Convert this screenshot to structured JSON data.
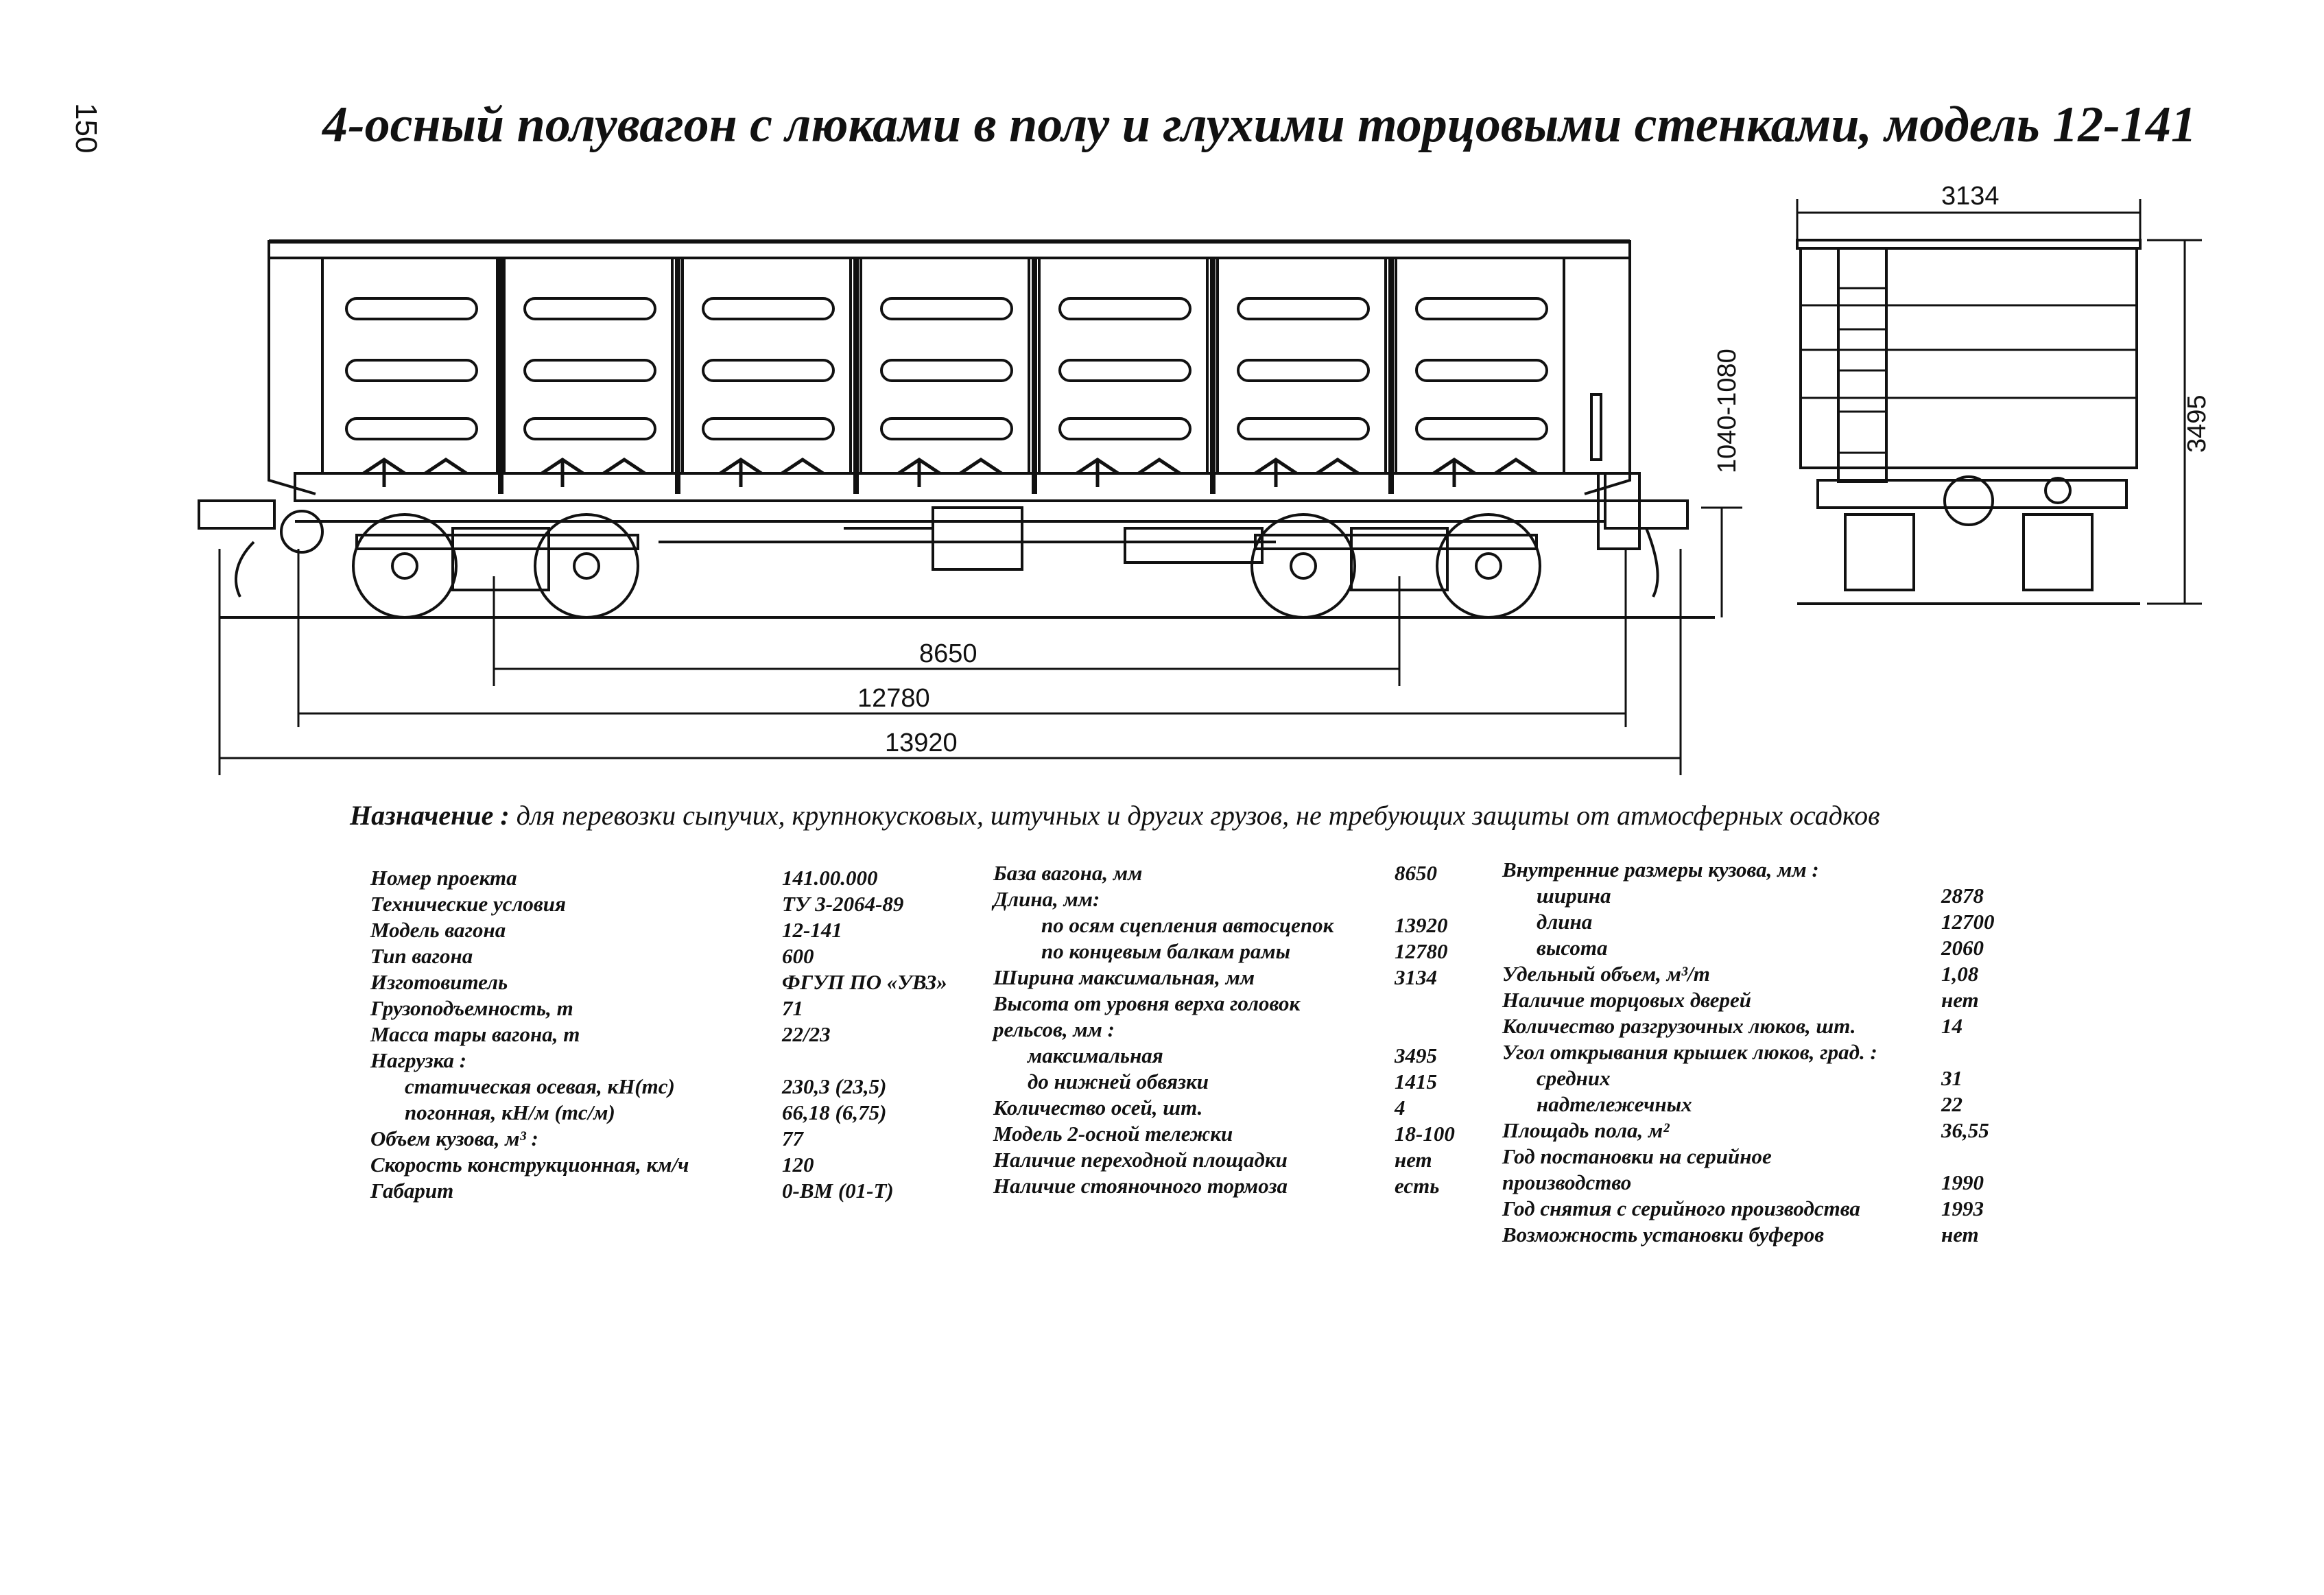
{
  "page_number": "150",
  "title": "4-осный полувагон с люками в полу и глухими торцовыми стенками, модель 12-141",
  "dimensions": {
    "base": "8650",
    "frame_length": "12780",
    "coupler_length": "13920",
    "width": "3134",
    "height": "3495",
    "floor_height": "1040-1080"
  },
  "purpose": {
    "label": "Назначение :",
    "text": "для перевозки сыпучих, крупнокусковых, штучных и других грузов, не требующих защиты от атмосферных осадков"
  },
  "specs_col1": [
    {
      "label": "Номер проекта",
      "value": "141.00.000"
    },
    {
      "label": "Технические условия",
      "value": "ТУ 3-2064-89"
    },
    {
      "label": "Модель вагона",
      "value": "12-141"
    },
    {
      "label": "Тип вагона",
      "value": "600"
    },
    {
      "label": "Изготовитель",
      "value": "ФГУП ПО «УВЗ»"
    },
    {
      "label": "Грузоподъемность, т",
      "value": "71"
    },
    {
      "label": "Масса тары вагона, т",
      "value": "22/23"
    },
    {
      "label": "Нагрузка :",
      "value": ""
    },
    {
      "label": "статическая осевая, кН(тс)",
      "value": "230,3 (23,5)"
    },
    {
      "label": "погонная, кН/м (тс/м)",
      "value": "66,18 (6,75)"
    },
    {
      "label": "Объем кузова, м³ :",
      "value": "77"
    },
    {
      "label": "Скорость конструкционная, км/ч",
      "value": "120"
    },
    {
      "label": "Габарит",
      "value": "0-ВМ (01-Т)"
    }
  ],
  "specs_col2": [
    {
      "label": "База вагона, мм",
      "value": "8650"
    },
    {
      "label": "Длина, мм:",
      "value": ""
    },
    {
      "label": "по осям сцепления автосцепок",
      "value": "13920"
    },
    {
      "label": "по концевым балкам рамы",
      "value": "12780"
    },
    {
      "label": "Ширина максимальная, мм",
      "value": "3134"
    },
    {
      "label": "Высота от уровня верха головок",
      "value": ""
    },
    {
      "label": "рельсов, мм :",
      "value": ""
    },
    {
      "label": "максимальная",
      "value": "3495"
    },
    {
      "label": "до нижней обвязки",
      "value": "1415"
    },
    {
      "label": "Количество осей, шт.",
      "value": "4"
    },
    {
      "label": "Модель 2-осной тележки",
      "value": "18-100"
    },
    {
      "label": "Наличие переходной площадки",
      "value": "нет"
    },
    {
      "label": "Наличие стояночного тормоза",
      "value": "есть"
    }
  ],
  "specs_col3": [
    {
      "label": "Внутренние размеры кузова, мм :",
      "value": ""
    },
    {
      "label": "ширина",
      "value": "2878"
    },
    {
      "label": "длина",
      "value": "12700"
    },
    {
      "label": "высота",
      "value": "2060"
    },
    {
      "label": "Удельный объем, м³/т",
      "value": "1,08"
    },
    {
      "label": "Наличие торцовых дверей",
      "value": "нет"
    },
    {
      "label": "Количество разгрузочных люков, шт.",
      "value": "14"
    },
    {
      "label": "Угол открывания крышек люков, град. :",
      "value": ""
    },
    {
      "label": "средних",
      "value": "31"
    },
    {
      "label": "надтележечных",
      "value": "22"
    },
    {
      "label": "Площадь пола, м²",
      "value": "36,55"
    },
    {
      "label": "Год постановки на серийное",
      "value": ""
    },
    {
      "label": "производство",
      "value": "1990"
    },
    {
      "label": "Год снятия с серийного производства",
      "value": "1993"
    },
    {
      "label": "Возможность установки буферов",
      "value": "нет"
    }
  ]
}
